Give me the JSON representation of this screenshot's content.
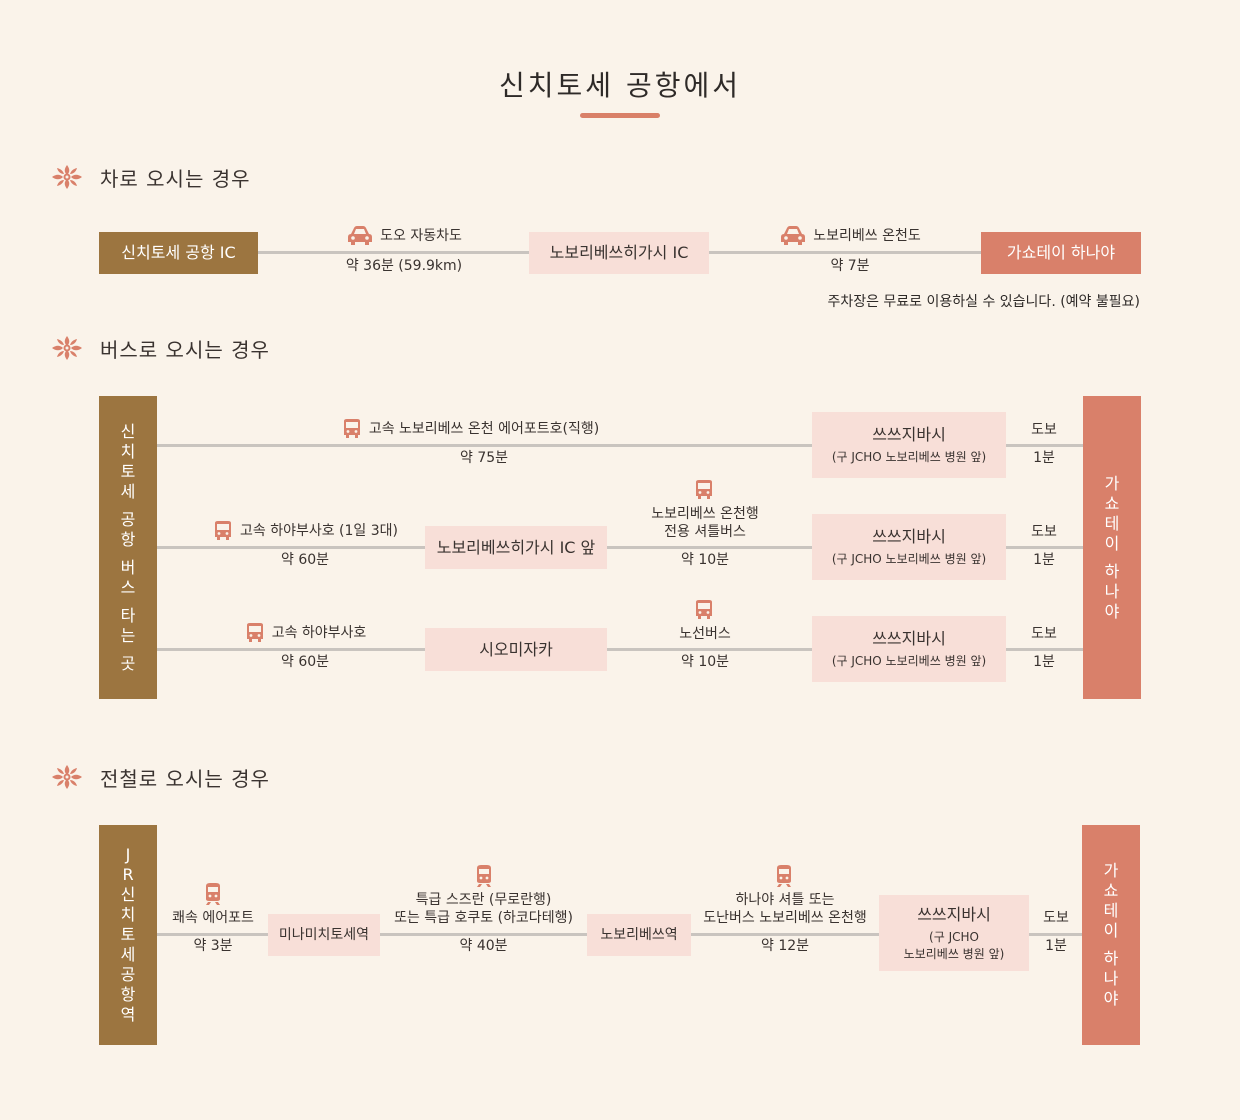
{
  "page_title": "신치토세 공항에서",
  "colors": {
    "accent": "#d9806a",
    "brown": "#9c7540",
    "pink": "#f8dfd8",
    "background": "#faf3ea",
    "line": "#c9c4bf"
  },
  "car": {
    "heading": "차로 오시는 경우",
    "start": "신치토세 공항 IC",
    "seg1_label": "도오 자동차도",
    "seg1_time": "약 36분 (59.9km)",
    "mid": "노보리베쓰히가시 IC",
    "seg2_label": "노보리베쓰 온천도",
    "seg2_time": "약 7분",
    "end": "가쇼테이 하나야",
    "note": "주차장은 무료로 이용하실 수 있습니다. (예약 불필요)"
  },
  "bus": {
    "heading": "버스로 오시는 경우",
    "start_chars": [
      "신",
      "치",
      "토",
      "세",
      "",
      "공",
      "항",
      "",
      "버",
      "스",
      "",
      "타",
      "는",
      "",
      "곳"
    ],
    "end_chars": [
      "가",
      "쇼",
      "테",
      "이",
      "",
      "하",
      "나",
      "야"
    ],
    "route1": {
      "label": "고속 노보리베쓰 온천 에어포트호(직행)",
      "time": "약 75분",
      "stop": "쓰쓰지바시",
      "stop_sub": "(구 JCHO 노보리베쓰 병원 앞)",
      "walk": "도보",
      "walk_time": "1분"
    },
    "route2": {
      "label": "고속 하야부사호 (1일 3대)",
      "time": "약 60분",
      "transfer": "노보리베쓰히가시 IC 앞",
      "label2_line1": "노보리베쓰 온천행",
      "label2_line2": "전용 셔틀버스",
      "time2": "약 10분",
      "stop": "쓰쓰지바시",
      "stop_sub": "(구 JCHO 노보리베쓰 병원 앞)",
      "walk": "도보",
      "walk_time": "1분"
    },
    "route3": {
      "label": "고속 하야부사호",
      "time": "약 60분",
      "transfer": "시오미자카",
      "label2": "노선버스",
      "time2": "약 10분",
      "stop": "쓰쓰지바시",
      "stop_sub": "(구 JCHO 노보리베쓰 병원 앞)",
      "walk": "도보",
      "walk_time": "1분"
    }
  },
  "train": {
    "heading": "전철로 오시는 경우",
    "start_chars": [
      "J",
      "R",
      "신",
      "치",
      "토",
      "세",
      "공",
      "항",
      "역"
    ],
    "end_chars": [
      "가",
      "쇼",
      "테",
      "이",
      "",
      "하",
      "나",
      "야"
    ],
    "seg1_label": "쾌속 에어포트",
    "seg1_time": "약 3분",
    "station1": "미나미치토세역",
    "seg2_line1": "특급 스즈란 (무로란행)",
    "seg2_line2": "또는  특급 호쿠토 (하코다테행)",
    "seg2_time": "약 40분",
    "station2": "노보리베쓰역",
    "seg3_line1": "하나야 셔틀  또는",
    "seg3_line2": "도난버스 노보리베쓰 온천행",
    "seg3_time": "약 12분",
    "stop": "쓰쓰지바시",
    "stop_sub1": "(구 JCHO",
    "stop_sub2": "노보리베쓰 병원 앞)",
    "walk": "도보",
    "walk_time": "1분"
  },
  "icons": {
    "section": "flower-icon",
    "car": "car-icon",
    "bus": "bus-icon",
    "train": "train-icon"
  }
}
